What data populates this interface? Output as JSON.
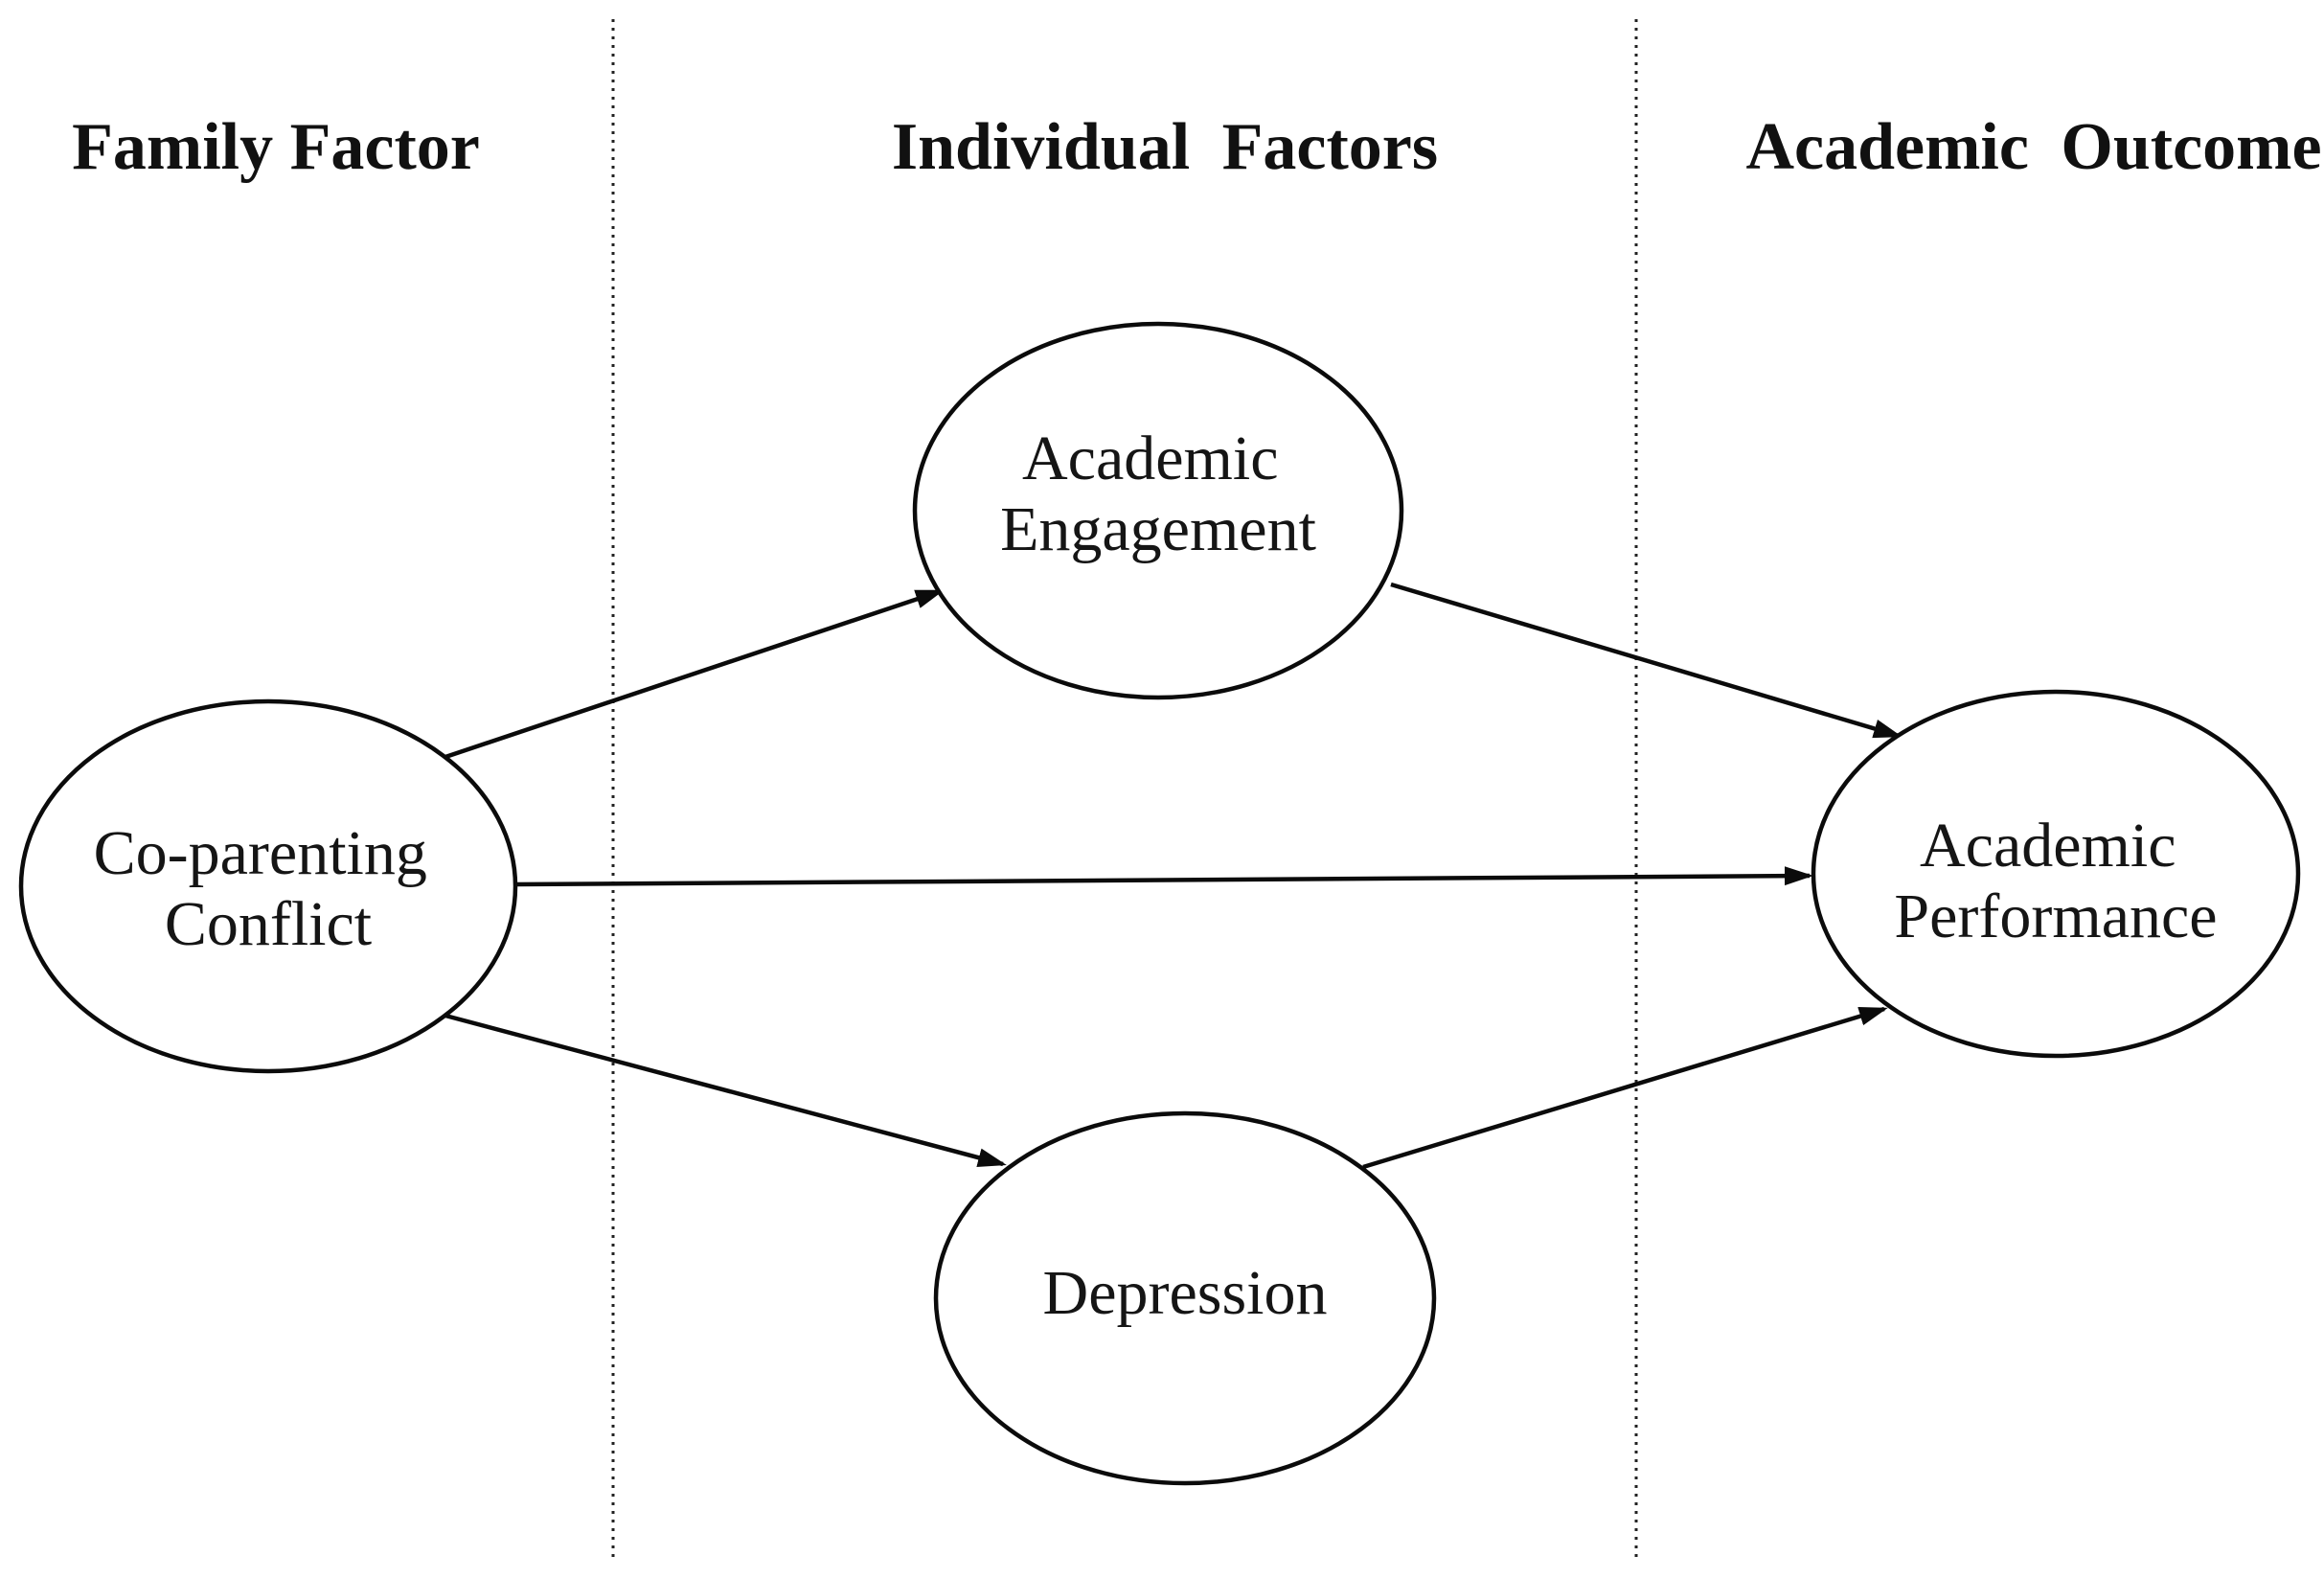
{
  "figure": {
    "type": "path-diagram",
    "description_colors": {
      "background": "#ffffff",
      "line_color": "#0b0b0b",
      "text_color": "#111111"
    },
    "columns": [
      {
        "id": "family-factor",
        "label": "Family Factor"
      },
      {
        "id": "individual-factors",
        "label": "Individual Factors"
      },
      {
        "id": "academic-outcome",
        "label": "Academic Outcome"
      }
    ],
    "nodes": [
      {
        "id": "co-parenting-conflict",
        "column": "family-factor",
        "label_lines": [
          "Co-parenting",
          "Conflict"
        ]
      },
      {
        "id": "academic-engagement",
        "column": "individual-factors",
        "label_lines": [
          "Academic",
          "Engagement"
        ]
      },
      {
        "id": "depression",
        "column": "individual-factors",
        "label_lines": [
          "Depression"
        ]
      },
      {
        "id": "academic-performance",
        "column": "academic-outcome",
        "label_lines": [
          "Academic",
          "Performance"
        ]
      }
    ],
    "edges": [
      {
        "from": "co-parenting-conflict",
        "to": "academic-engagement"
      },
      {
        "from": "co-parenting-conflict",
        "to": "academic-performance"
      },
      {
        "from": "co-parenting-conflict",
        "to": "depression"
      },
      {
        "from": "academic-engagement",
        "to": "academic-performance"
      },
      {
        "from": "depression",
        "to": "academic-performance"
      }
    ]
  }
}
